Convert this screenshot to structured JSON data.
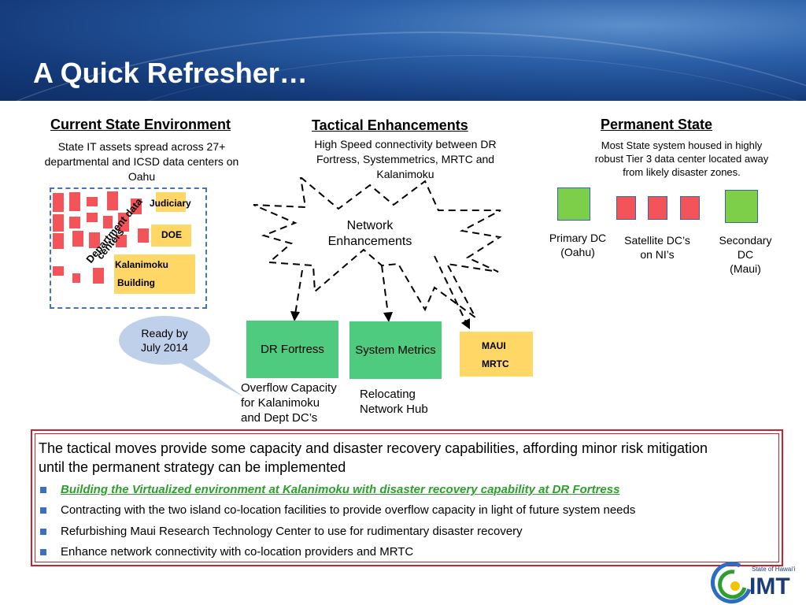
{
  "title": "A Quick Refresher…",
  "columns": {
    "current": {
      "heading": "Current State Environment",
      "description_lines": [
        "State IT assets spread across 27+",
        "departmental and ICSD data centers on",
        "Oahu"
      ],
      "diagonal_label_1": "Department data",
      "diagonal_label_2": "centers",
      "judiciary": "Judiciary",
      "doe": "DOE",
      "kalanimoku_1": "Kalanimoku",
      "kalanimoku_2": "Building",
      "callout_1": "Ready by",
      "callout_2": "July 2014"
    },
    "tactical": {
      "heading": "Tactical Enhancements",
      "description_lines": [
        "High Speed connectivity between DR",
        "Fortress, Systemmetrics, MRTC and",
        "Kalanimoku"
      ],
      "network_1": "Network",
      "network_2": "Enhancements",
      "dr_fortress": "DR Fortress",
      "system_metrics": "System Metrics",
      "maui": "MAUI",
      "mrtc": "MRTC",
      "overflow_lines": [
        "Overflow Capacity",
        "for Kalanimoku",
        "and Dept DC’s"
      ],
      "relocating_lines": [
        "Relocating",
        "Network Hub"
      ]
    },
    "permanent": {
      "heading": "Permanent State",
      "description_lines": [
        "Most State system housed in highly",
        "robust Tier 3 data center located away",
        "from likely disaster zones."
      ],
      "primary_lines": [
        "Primary DC",
        "(Oahu)"
      ],
      "satellite_lines": [
        "Satellite DC’s",
        "on NI’s"
      ],
      "secondary_lines": [
        "Secondary",
        "DC",
        "(Maui)"
      ]
    }
  },
  "summary": {
    "intro_lines": [
      "The tactical moves provide some capacity and disaster recovery capabilities, affording minor risk mitigation",
      "until the permanent strategy can be implemented"
    ],
    "bullets": [
      "Building the Virtualized environment at Kalanimoku with disaster recovery capability at DR Fortress",
      "Contracting with the two island co-location facilities to provide overflow capacity in light of future system needs",
      "Refurbishing Maui Research Technology Center to use for rudimentary disaster recovery",
      "Enhance network connectivity with co-location providers and MRTC"
    ]
  },
  "logo": {
    "small_text": "State of Hawai‘i",
    "big_text": "IMT"
  },
  "colors": {
    "header_blue": "#1f4d93",
    "green": "#4ecb7e",
    "red": "#f2545a",
    "yellow": "#ffd766",
    "border_red": "#c9232b",
    "highlight_green": "#2e9e2e"
  }
}
